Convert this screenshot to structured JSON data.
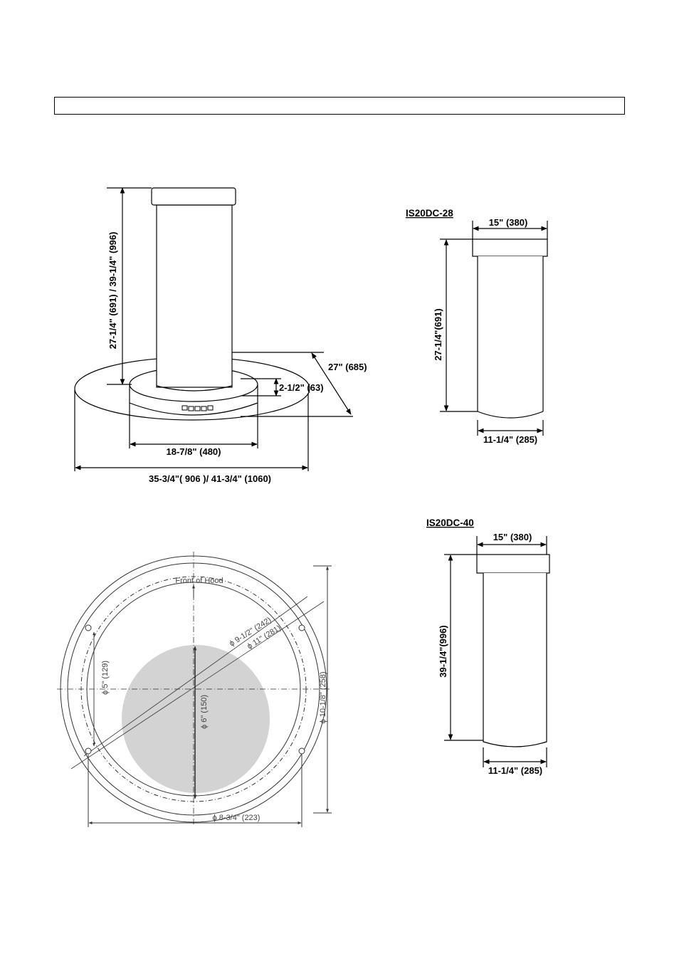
{
  "header": {
    "title": ""
  },
  "side_view": {
    "height_dim": "27-1/4\" (691) / 39-1/4\"  (996)",
    "depth_dim": "27\" (685)",
    "base_height_dim": "2-1/2\" (63)",
    "base_width_dim": "18-7/8\" (480)",
    "total_width_dim": "35-3/4\"( 906 )/ 41-3/4\" (1060)"
  },
  "model_28": {
    "name": "IS20DC-28",
    "top_width": "15\" (380)",
    "height": "27-1/4\"(691)",
    "bottom_width": "11-1/4\" (285)"
  },
  "model_40": {
    "name": "IS20DC-40",
    "top_width": "15\" (380)",
    "height": "39-1/4\"(996)",
    "bottom_width": "11-1/4\" (285)"
  },
  "top_view": {
    "front_label": "Front of Hood",
    "dia_9_5": "ϕ 9-1/2\" (242)",
    "dia_11": "ϕ 11\" (281)",
    "dia_5": "ϕ 5\" (129)",
    "dia_6": "ϕ 6\" (150)",
    "dia_10_18": "ϕ 10-1/8\" (258)",
    "dia_8_34": "ϕ 8-3/4\" (223)",
    "colors": {
      "duct_fill": "#d3d3d3",
      "line": "#000000"
    }
  }
}
